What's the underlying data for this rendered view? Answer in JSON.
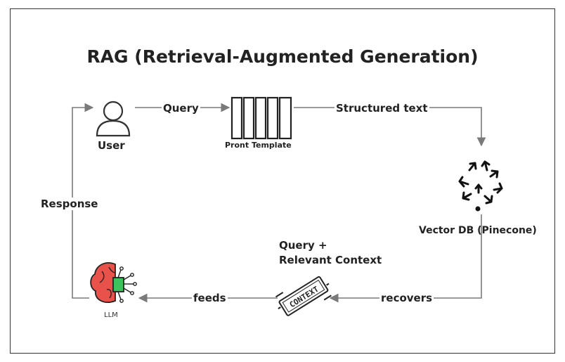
{
  "diagram": {
    "title": "RAG (Retrieval-Augmented Generation)",
    "nodes": {
      "user": {
        "label": "User",
        "icon": "user-icon"
      },
      "template": {
        "label": "Pront Template",
        "icon": "template-queue-icon"
      },
      "vector_db": {
        "label": "Vector DB (Pinecone)",
        "icon": "vector-db-icon"
      },
      "context": {
        "label_line1": "Query +",
        "label_line2": "Relevant Context",
        "icon": "context-stamp-icon",
        "stamp_text": "CONTEXT"
      },
      "llm": {
        "label": "LLM",
        "icon": "brain-chip-icon"
      }
    },
    "edges": {
      "query": "Query",
      "structured_text": "Structured text",
      "recovers": "recovers",
      "feeds": "feeds",
      "response": "Response"
    },
    "colors": {
      "line": "#7a7a7a",
      "text": "#222222",
      "brain": "#e8524a",
      "chip": "#3cc35e"
    }
  }
}
